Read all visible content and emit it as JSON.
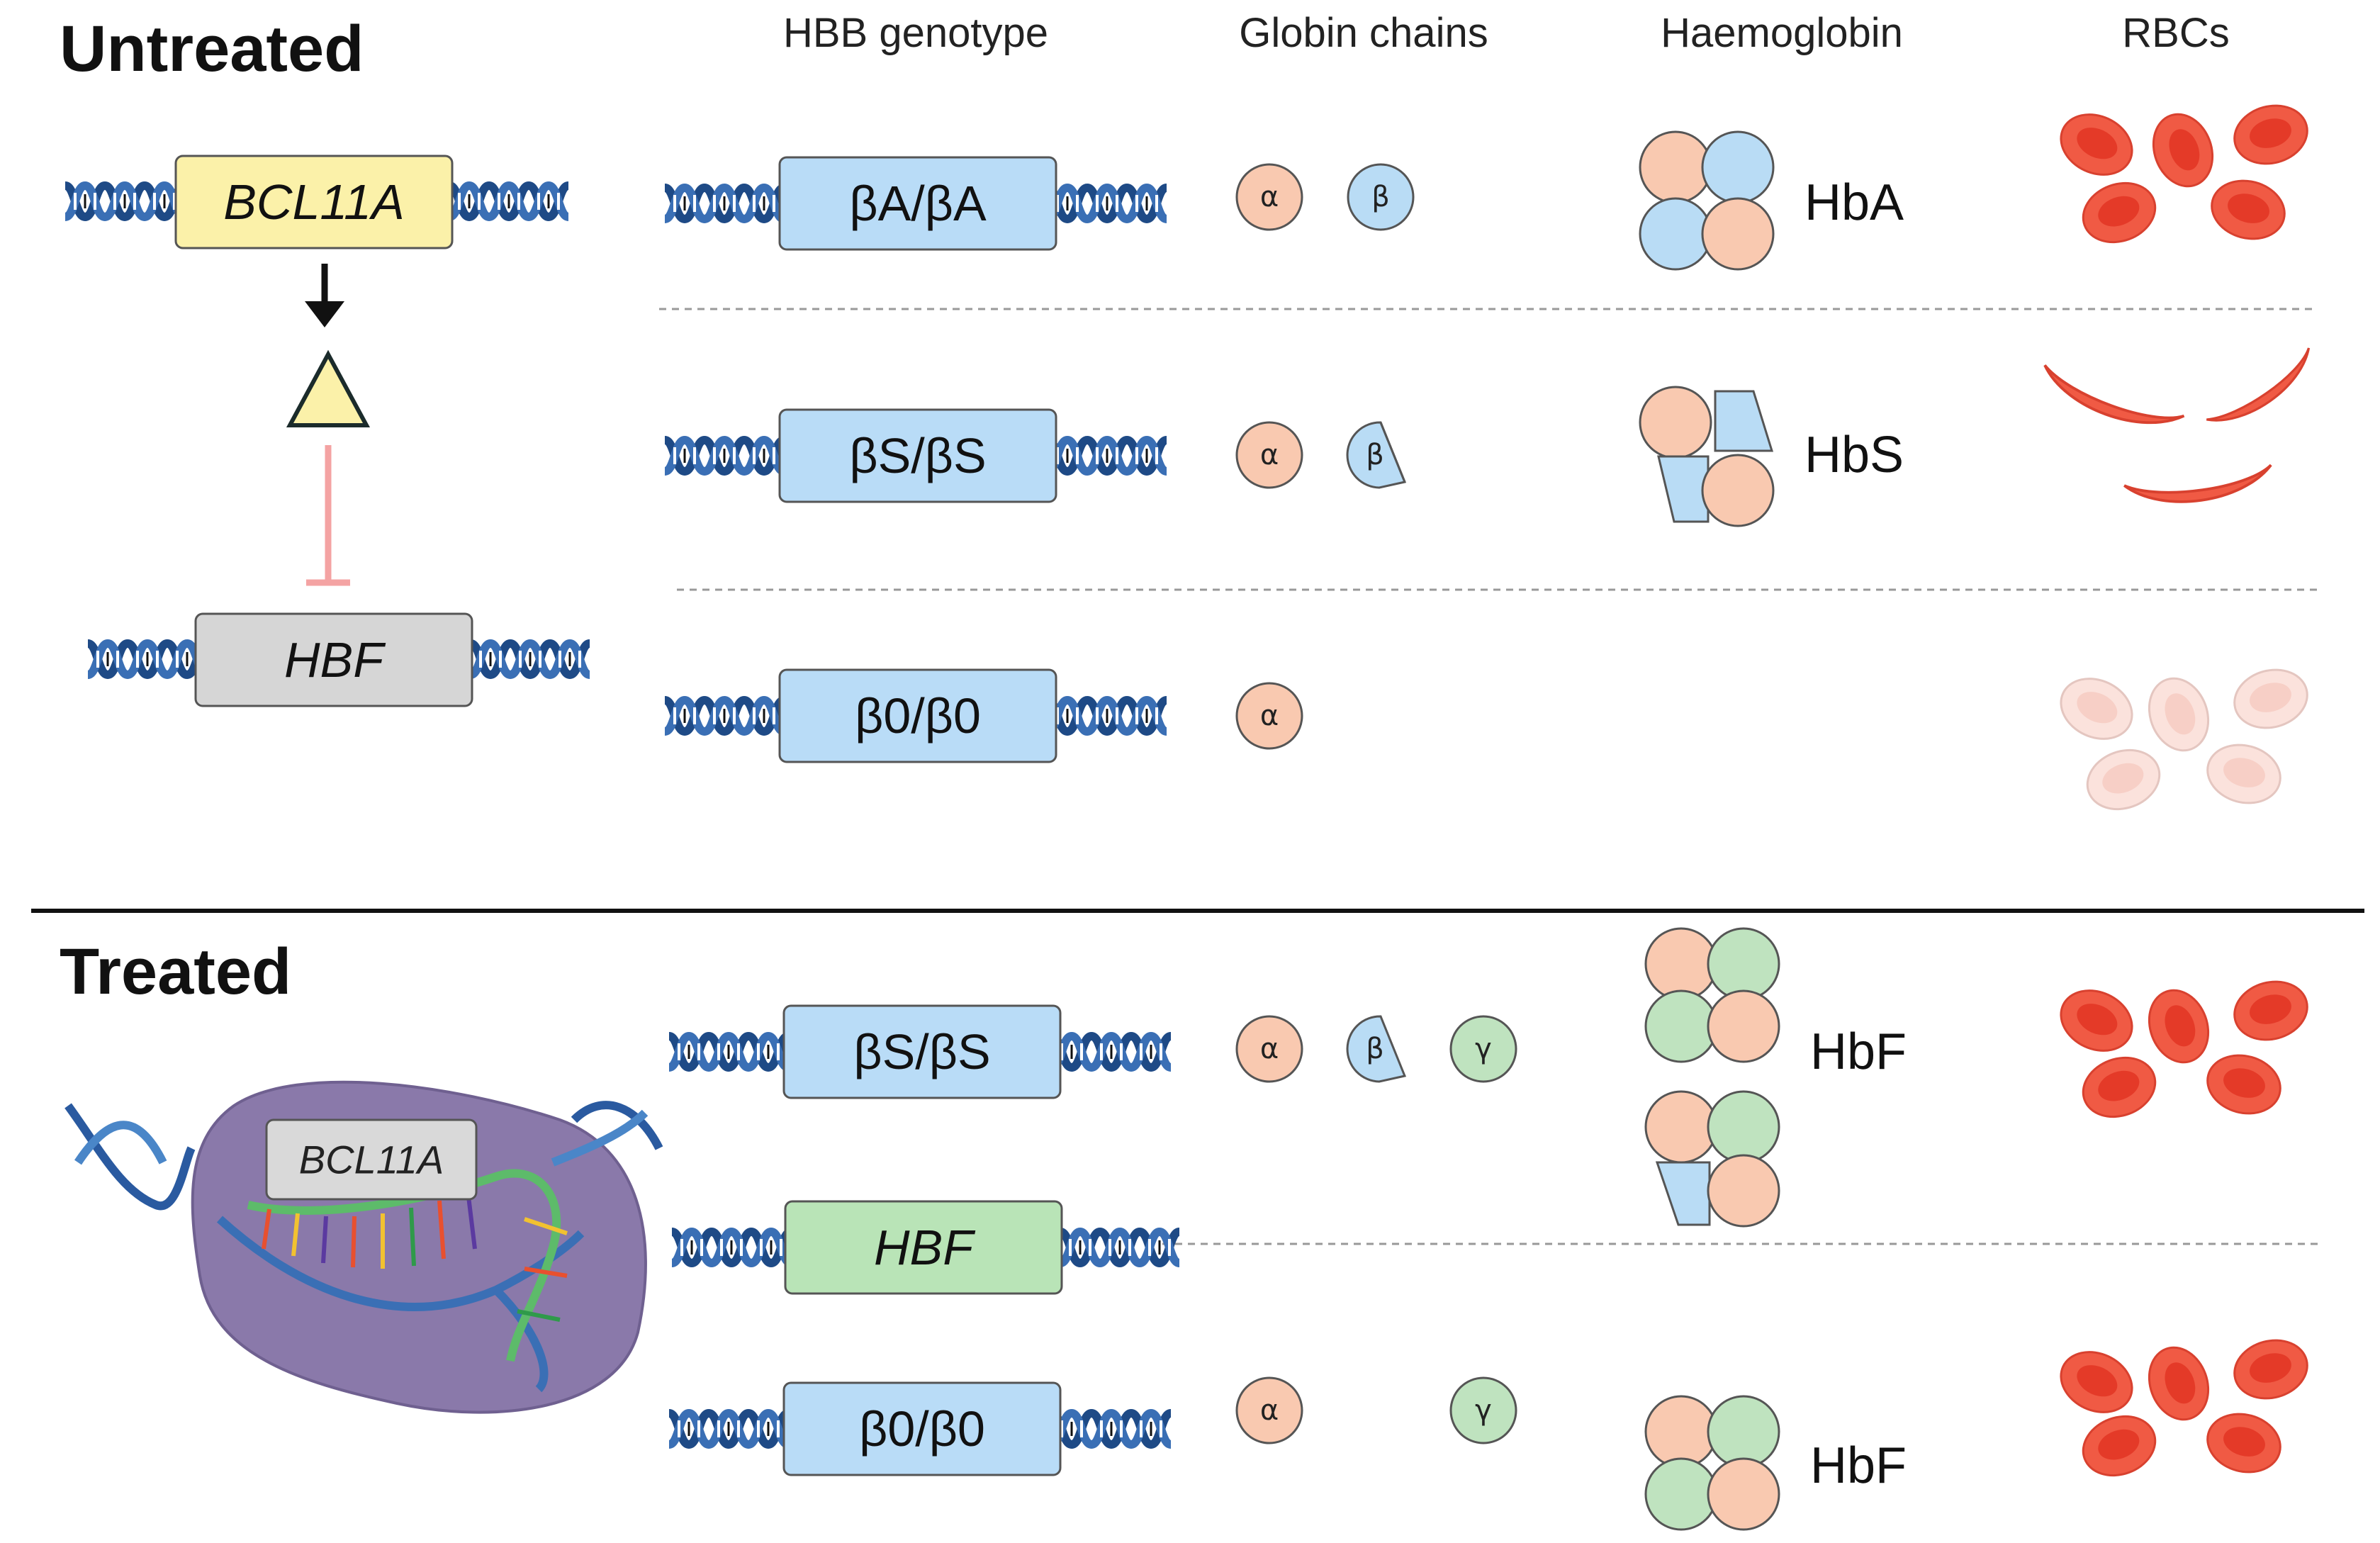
{
  "sections": {
    "untreated": "Untreated",
    "treated": "Treated"
  },
  "columns": {
    "genotype": "HBB genotype",
    "chains": "Globin chains",
    "haemoglobin": "Haemoglobin",
    "rbcs": "RBCs"
  },
  "regulation": {
    "repressor_gene": "BCL11A",
    "target_gene": "HBF"
  },
  "untreated_rows": [
    {
      "genotype": "βA/βA",
      "alpha": "α",
      "beta": "β",
      "hb": "HbA"
    },
    {
      "genotype": "βS/βS",
      "alpha": "α",
      "beta": "β",
      "hb": "HbS"
    },
    {
      "genotype": "β0/β0",
      "alpha": "α"
    }
  ],
  "treated": {
    "crispr_target": "BCL11A",
    "hbf_gene": "HBF",
    "rows": [
      {
        "genotype": "βS/βS",
        "alpha": "α",
        "beta": "β",
        "gamma": "γ",
        "hb": "HbF"
      },
      {
        "genotype": "β0/β0",
        "alpha": "α",
        "gamma": "γ",
        "hb": "HbF"
      }
    ]
  },
  "colors": {
    "alpha": "#f9c9b0",
    "beta": "#b9dcf5",
    "gamma": "#bfe3bf",
    "genotype_box": "#b9dcf7",
    "bcl11a_box": "#fbf1a9",
    "hbf_box_untreated": "#d6d6d6",
    "hbf_box_treated": "#b9e4b7",
    "rbc": "#ef4a35",
    "crispr_blob": "#8a79aa",
    "dna": "#1e4a86"
  }
}
